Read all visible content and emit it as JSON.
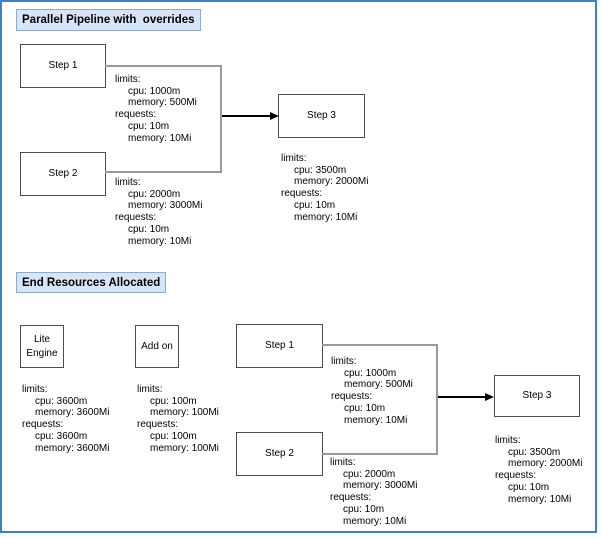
{
  "colors": {
    "canvas_border": "#3c80cf",
    "title_fill": "#d6e5f7",
    "title_stroke": "#8fa9cc",
    "node_stroke": "#4d4d4d",
    "connector": "#999999",
    "arrow": "#000000"
  },
  "section1": {
    "title": "Parallel Pipeline with  overrides",
    "step1": {
      "label": "Step 1",
      "res": [
        "limits:",
        "cpu: 1000m",
        "memory: 500Mi",
        "requests:",
        "cpu: 10m",
        "memory: 10Mi"
      ]
    },
    "step2": {
      "label": "Step 2",
      "res": [
        "limits:",
        "cpu: 2000m",
        "memory: 3000Mi",
        "requests:",
        "cpu: 10m",
        "memory: 10Mi"
      ]
    },
    "step3": {
      "label": "Step 3",
      "res": [
        "limits:",
        "cpu: 3500m",
        "memory: 2000Mi",
        "requests:",
        "cpu: 10m",
        "memory: 10Mi"
      ]
    }
  },
  "section2": {
    "title": "End Resources Allocated",
    "lite_engine": {
      "label_line1": "Lite",
      "label_line2": "Engine",
      "res": [
        "limits:",
        "cpu: 3600m",
        "memory: 3600Mi",
        "requests:",
        "cpu: 3600m",
        "memory: 3600Mi"
      ]
    },
    "add_on": {
      "label": "Add on",
      "res": [
        "limits:",
        "cpu: 100m",
        "memory: 100Mi",
        "requests:",
        "cpu: 100m",
        "memory: 100Mi"
      ]
    },
    "step1": {
      "label": "Step 1",
      "res": [
        "limits:",
        "cpu: 1000m",
        "memory: 500Mi",
        "requests:",
        "cpu: 10m",
        "memory: 10Mi"
      ]
    },
    "step2": {
      "label": "Step 2",
      "res": [
        "limits:",
        "cpu: 2000m",
        "memory: 3000Mi",
        "requests:",
        "cpu: 10m",
        "memory: 10Mi"
      ]
    },
    "step3": {
      "label": "Step 3",
      "res": [
        "limits:",
        "cpu: 3500m",
        "memory: 2000Mi",
        "requests:",
        "cpu: 10m",
        "memory: 10Mi"
      ]
    }
  }
}
